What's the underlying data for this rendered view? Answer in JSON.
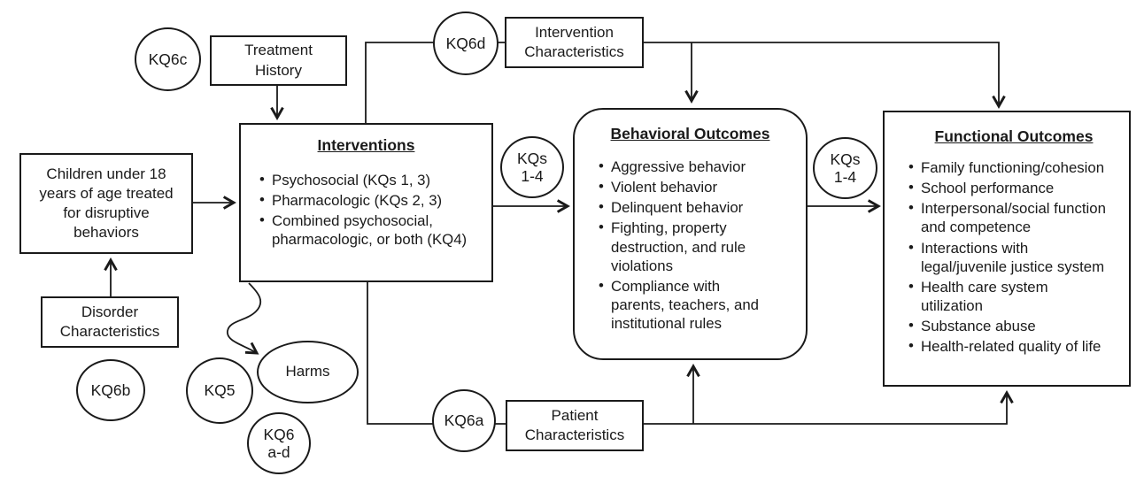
{
  "diagram": {
    "colors": {
      "line": "#1a1a1a",
      "text": "#1a1a1a",
      "background": "#ffffff"
    },
    "nodes": {
      "population": {
        "text": "Children under 18 years of age treated for disruptive behaviors"
      },
      "disorder_characteristics": {
        "text": "Disorder Characteristics"
      },
      "treatment_history": {
        "text": "Treatment History"
      },
      "intervention_characteristics": {
        "text": "Intervention Characteristics"
      },
      "patient_characteristics": {
        "text": "Patient Characteristics"
      },
      "harms": {
        "text": "Harms"
      },
      "interventions": {
        "title": "Interventions",
        "bullets": [
          "Psychosocial (KQs 1, 3)",
          "Pharmacologic (KQs 2, 3)",
          "Combined psychosocial, pharmacologic, or both (KQ4)"
        ]
      },
      "behavioral_outcomes": {
        "title": "Behavioral Outcomes",
        "bullets": [
          "Aggressive behavior",
          "Violent behavior",
          "Delinquent behavior",
          "Fighting, property destruction, and rule violations",
          "Compliance with parents, teachers, and institutional rules"
        ]
      },
      "functional_outcomes": {
        "title": "Functional Outcomes",
        "bullets": [
          "Family functioning/cohesion",
          "School performance",
          "Interpersonal/social function and competence",
          "Interactions with legal/juvenile justice system",
          "Health care system utilization",
          "Substance abuse",
          "Health-related quality of life"
        ]
      }
    },
    "kq_badges": {
      "kq6c": {
        "label": "KQ6c"
      },
      "kq6d": {
        "label": "KQ6d"
      },
      "kqs_1_4_behavioral": {
        "line1": "KQs",
        "line2": "1-4"
      },
      "kqs_1_4_functional": {
        "line1": "KQs",
        "line2": "1-4"
      },
      "kq6b": {
        "label": "KQ6b"
      },
      "kq5": {
        "label": "KQ5"
      },
      "kq6_a_d": {
        "line1": "KQ6",
        "line2": "a-d"
      },
      "kq6a": {
        "label": "KQ6a"
      }
    }
  }
}
